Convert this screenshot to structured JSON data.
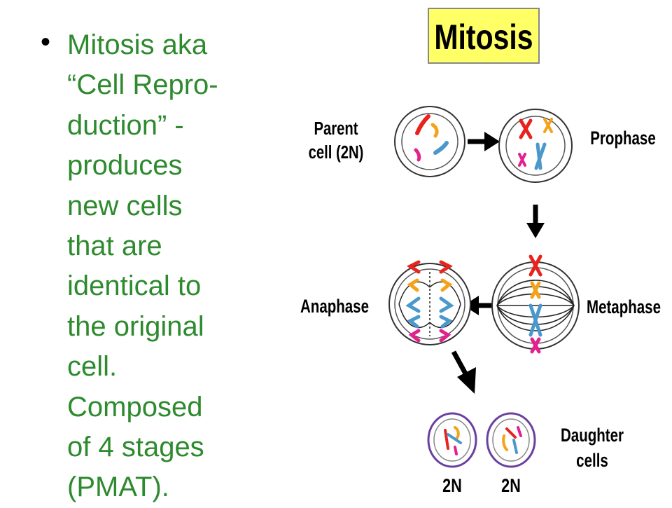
{
  "bullet": {
    "lines": [
      "Mitosis aka",
      "“Cell Repro-",
      "duction” -",
      "produces",
      "new cells",
      "that are",
      "identical to",
      "the original",
      "cell.",
      "Composed",
      "of 4 stages",
      "(PMAT)."
    ]
  },
  "diagram": {
    "title": "Mitosis",
    "title_bg": "#ffff66",
    "labels": {
      "parent_line1": "Parent",
      "parent_line2": "cell (2N)",
      "prophase": "Prophase",
      "metaphase": "Metaphase",
      "anaphase": "Anaphase",
      "daughter_line1": "Daughter",
      "daughter_line2": "cells",
      "daughter1_ploidy": "2N",
      "daughter2_ploidy": "2N"
    },
    "colors": {
      "red": "#e8231e",
      "orange": "#f5a21b",
      "magenta": "#e4208f",
      "blue": "#4a98cc",
      "daughter_membrane": "#6b3fa0"
    }
  }
}
